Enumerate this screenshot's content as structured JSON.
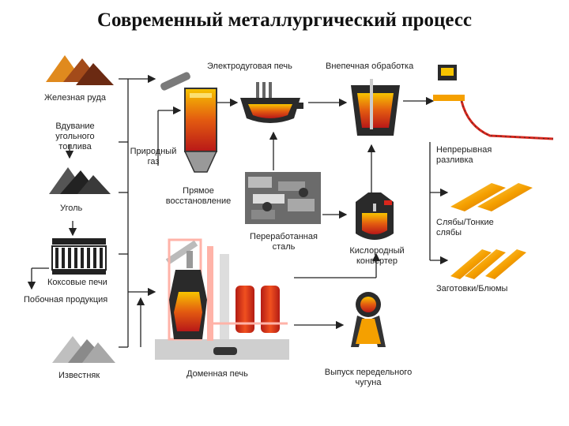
{
  "title": "Современный металлургический процесс",
  "labels": {
    "iron_ore": "Железная руда",
    "coal_injection": "Вдувание\nугольного\nтоплива",
    "coal": "Уголь",
    "coke_ovens": "Коксовые печи",
    "byproducts": "Побочная продукция",
    "limestone": "Известняк",
    "electric_arc": "Электродуговая печь",
    "ladle": "Внепечная обработка",
    "natural_gas": "Природный\nгаз",
    "direct_reduction": "Прямое\nвосстановление",
    "scrap": "Переработанная\nсталь",
    "oxygen_converter": "Кислородный\nконвертер",
    "continuous_casting": "Непрерывная\nразливка",
    "slabs": "Слябы/Тонкие\nслябы",
    "billets": "Заготовки/Блюмы",
    "blast_furnace": "Доменная печь",
    "hot_metal": "Выпуск передельного\nчугуна"
  },
  "colors": {
    "molten": "#f5a000",
    "hot": "#d9261c",
    "dark": "#2a2a2a",
    "ore": "#c26a1e",
    "gray": "#9a9a9a"
  }
}
